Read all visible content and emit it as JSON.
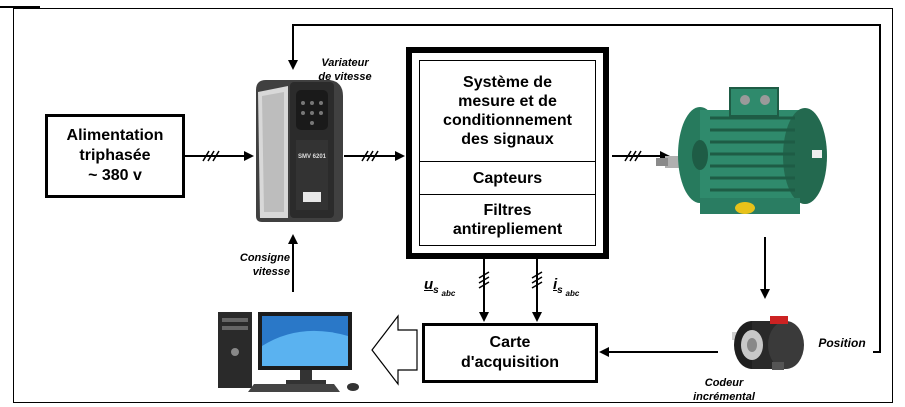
{
  "blocks": {
    "alimentation": [
      "Alimentation",
      "triphasée",
      "~ 380 v"
    ],
    "systeme": [
      "Système de",
      "mesure et de",
      "conditionnement",
      "des signaux"
    ],
    "capteurs": "Capteurs",
    "filtres": [
      "Filtres",
      "antirepliement"
    ],
    "carte": [
      "Carte",
      "d'acquisition"
    ]
  },
  "labels": {
    "variateur": [
      "Variateur",
      "de vitesse"
    ],
    "consigne": [
      "Consigne",
      "vitesse"
    ],
    "codeur": [
      "Codeur",
      "incrémental"
    ],
    "position": "Position"
  },
  "signals": {
    "u": {
      "base": "u",
      "sub": "s",
      "subsub": "abc"
    },
    "i": {
      "base": "i",
      "sub": "s",
      "subsub": "abc"
    }
  },
  "device_text": {
    "drive_model": "SMV 6201"
  },
  "colors": {
    "motor": "#2f8a6c",
    "drive_body": "#3a3a3a",
    "monitor_screen": "#2a78c8"
  }
}
